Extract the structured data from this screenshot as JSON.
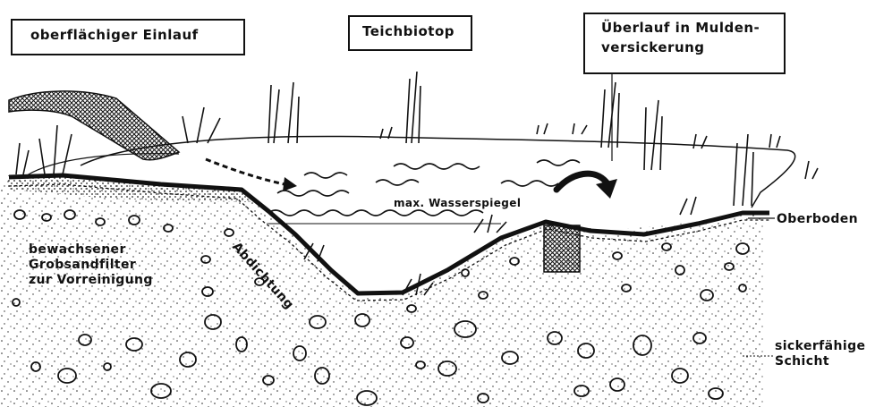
{
  "labels": {
    "einlauf": "oberflächiger Einlauf",
    "teichbiotop": "Teichbiotop",
    "ueberlauf_line1": "Überlauf in Mulden-",
    "ueberlauf_line2": "versickerung",
    "filter_line1": "bewachsener",
    "filter_line2": "Grobsandfilter",
    "filter_line3": "zur Vorreinigung",
    "wasserspiegel": "max. Wasserspiegel",
    "abdichtung": "Abdichtung",
    "oberboden": "Oberboden",
    "schicht_line1": "sickerfähige",
    "schicht_line2": "Schicht"
  },
  "colors": {
    "ink": "#111111",
    "paper": "#ffffff"
  }
}
